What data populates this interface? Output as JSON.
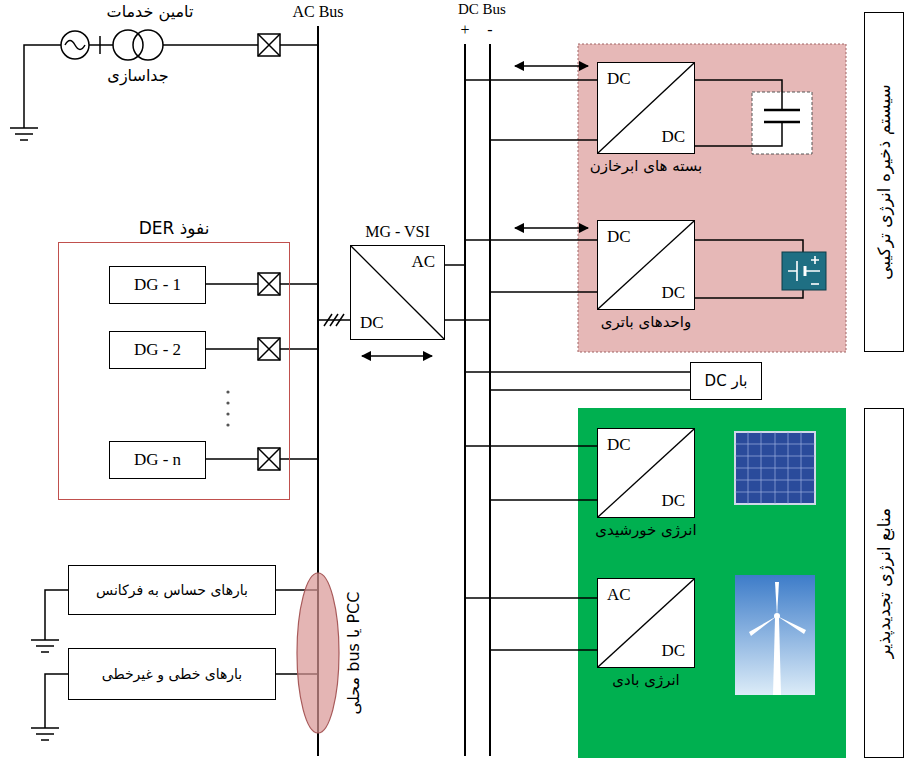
{
  "diagram": {
    "nodes": [
      {
        "text": [
          "نفوذ DER"
        ]
      },
      {
        "text": [
          "DG - 1"
        ],
        "in": 0
      },
      {
        "text": [
          "DG - 2"
        ],
        "in": 0
      },
      {
        "text": [
          "DG - n"
        ],
        "in": 0
      },
      {
        "text": [
          "MG - VSI",
          "AC",
          "DC"
        ]
      },
      {
        "text": [
          "DC",
          "DC",
          "بسته های ابرخازن"
        ]
      },
      {
        "text": [
          "DC",
          "DC",
          "واحدهای باتری"
        ]
      },
      {
        "text": [
          "سیستم ذخیره انرژی ترکیبی"
        ]
      },
      {
        "text": [
          "بار DC"
        ]
      },
      {
        "text": [
          "DC",
          "DC",
          "انرژی خورشیدی"
        ]
      },
      {
        "text": [
          "AC",
          "DC",
          "انرژی بادی"
        ]
      },
      {
        "text": [
          "منابع انرژی تجدیدپذیر"
        ]
      },
      {
        "text": [
          "بارهای حساس به فرکانس"
        ]
      },
      {
        "text": [
          "بارهای خطی و غیرخطی"
        ]
      },
      {
        "text": [
          "PCC یا bus محلی"
        ]
      }
    ],
    "edges": [
      {
        "from": 12,
        "to": 14,
        "arrow": "none"
      },
      {
        "from": 13,
        "to": 14,
        "arrow": "none"
      }
    ],
    "labels": [
      "تامین خدمات",
      "جداسازی",
      "AC Bus",
      "DC Bus",
      "+",
      "-"
    ]
  }
}
